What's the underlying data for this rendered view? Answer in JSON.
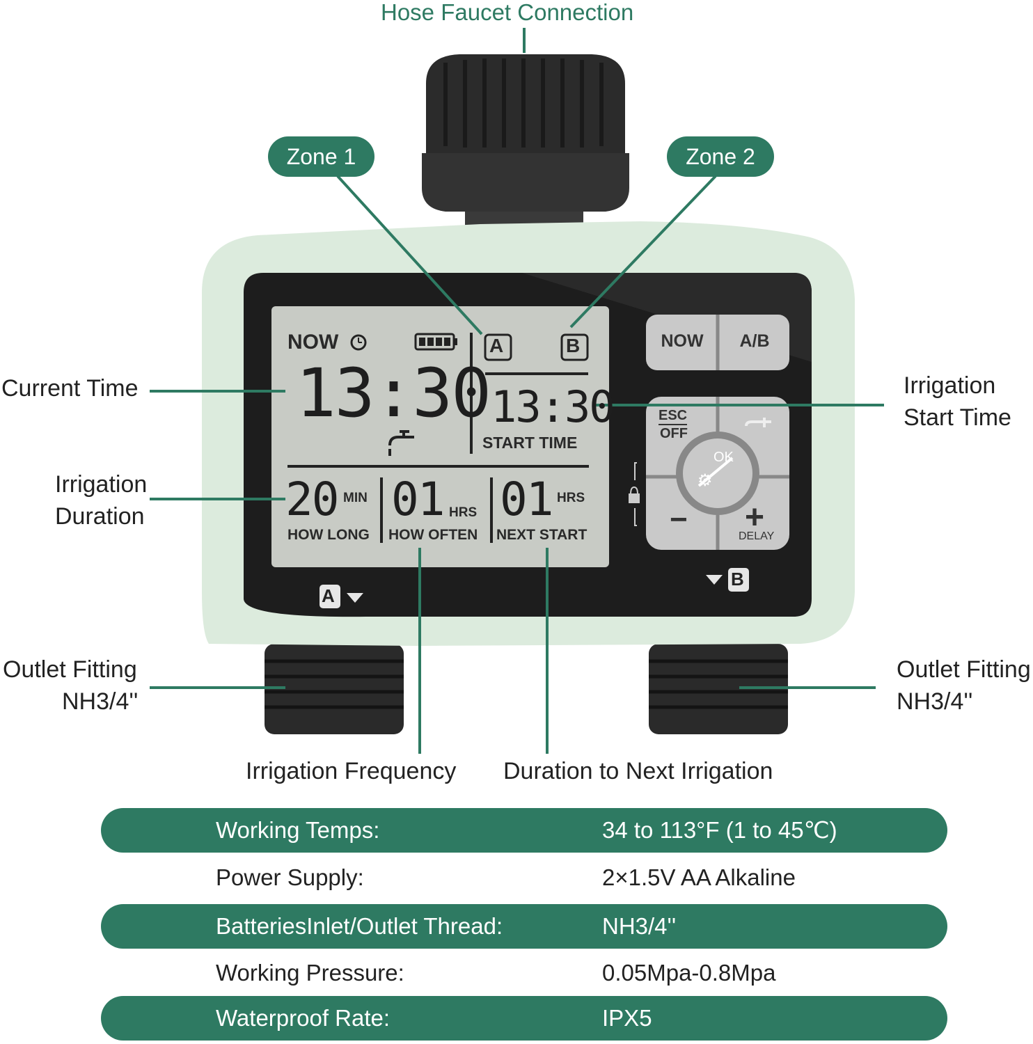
{
  "top_label": "Hose Faucet Connection",
  "zones": {
    "zone1": "Zone 1",
    "zone2": "Zone 2"
  },
  "callouts": {
    "current_time": "Current Time",
    "irrigation_duration_1": "Irrigation",
    "irrigation_duration_2": "Duration",
    "irrigation_start_1": "Irrigation",
    "irrigation_start_2": "Start Time",
    "outlet_left_1": "Outlet Fitting",
    "outlet_left_2": "NH3/4''",
    "outlet_right_1": "Outlet Fitting",
    "outlet_right_2": "NH3/4''",
    "frequency": "Irrigation Frequency",
    "next": "Duration to Next Irrigation"
  },
  "lcd": {
    "now_label": "NOW",
    "zone_a": "A",
    "zone_b": "B",
    "current_time": "13:30",
    "start_time": "13:30",
    "start_time_label": "START TIME",
    "how_long_value": "20",
    "how_long_unit": "MIN",
    "how_long_label": "HOW LONG",
    "how_often_value": "01",
    "how_often_unit": "HRS",
    "how_often_label": "HOW OFTEN",
    "next_start_value": "01",
    "next_start_unit": "HRS",
    "next_start_label": "NEXT START"
  },
  "buttons": {
    "now": "NOW",
    "ab": "A/B",
    "esc": "ESC",
    "off": "OFF",
    "ok": "OK",
    "minus": "−",
    "plus": "+",
    "delay": "DELAY"
  },
  "outlet_marks": {
    "a": "A",
    "b": "B"
  },
  "specs": [
    {
      "label": "Working Temps:",
      "value": "34 to 113°F (1 to 45℃)"
    },
    {
      "label": "Power Supply:",
      "value": "2×1.5V AA Alkaline"
    },
    {
      "label": "BatteriesInlet/Outlet Thread:",
      "value": "NH3/4''"
    },
    {
      "label": "Working Pressure:",
      "value": "0.05Mpa-0.8Mpa"
    },
    {
      "label": "Waterproof Rate:",
      "value": "IPX5"
    }
  ],
  "colors": {
    "accent": "#2e7a62",
    "body": "#dcebdd",
    "lcd": "#c8cbc5",
    "bezel": "#1d1d1d"
  }
}
